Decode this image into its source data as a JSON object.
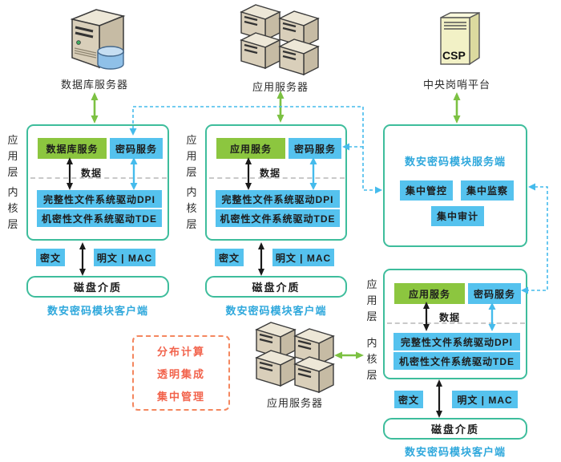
{
  "top_servers": {
    "db": {
      "label": "数据库服务器"
    },
    "app": {
      "label": "应用服务器"
    },
    "csp": {
      "label": "中央岗哨平台",
      "badge": "CSP"
    }
  },
  "bottom_server": {
    "label": "应用服务器"
  },
  "layer_labels": {
    "app": "应用层",
    "kernel": "内核层"
  },
  "client_left": {
    "service": "数据库服务",
    "crypto": "密码服务",
    "data": "数据",
    "dpi": "完整性文件系统驱动DPI",
    "tde": "机密性文件系统驱动TDE",
    "cipher": "密文",
    "plain": "明文 | MAC",
    "disk": "磁盘介质",
    "caption": "数安密码模块客户端"
  },
  "client_middle": {
    "service": "应用服务",
    "crypto": "密码服务",
    "data": "数据",
    "dpi": "完整性文件系统驱动DPI",
    "tde": "机密性文件系统驱动TDE",
    "cipher": "密文",
    "plain": "明文 | MAC",
    "disk": "磁盘介质",
    "caption": "数安密码模块客户端"
  },
  "client_bottom": {
    "service": "应用服务",
    "crypto": "密码服务",
    "data": "数据",
    "dpi": "完整性文件系统驱动DPI",
    "tde": "机密性文件系统驱动TDE",
    "cipher": "密文",
    "plain": "明文 | MAC",
    "disk": "磁盘介质",
    "caption": "数安密码模块客户端"
  },
  "server_box": {
    "title": "数安密码模块服务端",
    "manage": "集中管控",
    "monitor": "集中监察",
    "audit": "集中审计"
  },
  "feature_box": {
    "line1": "分布计算",
    "line2": "透明集成",
    "line3": "集中管理"
  },
  "colors": {
    "teal_border": "#3ebd9c",
    "green_fill": "#8cc63f",
    "blue_fill": "#55c2ee",
    "blue_dashed": "#45bbec",
    "green_arrow": "#7cc142",
    "caption_blue": "#2fa8dc",
    "feature_orange": "#f2634c"
  }
}
